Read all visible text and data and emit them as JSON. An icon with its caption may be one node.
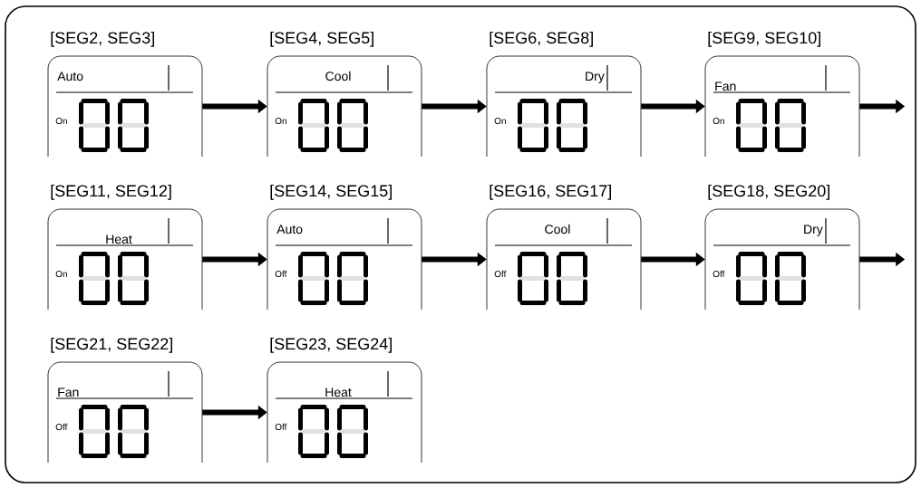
{
  "diagram": {
    "nodes": [
      {
        "text": [
          "[SEG2, SEG3]",
          "Auto",
          "On"
        ]
      },
      {
        "text": [
          "[SEG4, SEG5]",
          "Cool",
          "On"
        ]
      },
      {
        "text": [
          "[SEG6, SEG8]",
          "Dry",
          "On"
        ]
      },
      {
        "text": [
          "[SEG9, SEG10]",
          "Fan",
          "On"
        ]
      },
      {
        "text": [
          "[SEG11, SEG12]",
          "Heat",
          "On"
        ]
      },
      {
        "text": [
          "[SEG14, SEG15]",
          "Auto",
          "Off"
        ]
      },
      {
        "text": [
          "[SEG16, SEG17]",
          "Cool",
          "Off"
        ]
      },
      {
        "text": [
          "[SEG18, SEG20]",
          "Dry",
          "Off"
        ]
      },
      {
        "text": [
          "[SEG21, SEG22]",
          "Fan",
          "Off"
        ]
      },
      {
        "text": [
          "[SEG23, SEG24]",
          "Heat",
          "Off"
        ]
      }
    ],
    "edges": [
      {
        "from": 0,
        "to": 1,
        "arrow": "to"
      },
      {
        "from": 1,
        "to": 2,
        "arrow": "to"
      },
      {
        "from": 2,
        "to": 3,
        "arrow": "to"
      },
      {
        "from": 3,
        "to": null,
        "arrow": "to"
      },
      {
        "from": 4,
        "to": 5,
        "arrow": "to"
      },
      {
        "from": 5,
        "to": 6,
        "arrow": "to"
      },
      {
        "from": 6,
        "to": 7,
        "arrow": "to"
      },
      {
        "from": 7,
        "to": null,
        "arrow": "to"
      },
      {
        "from": 8,
        "to": 9,
        "arrow": "to"
      }
    ]
  }
}
